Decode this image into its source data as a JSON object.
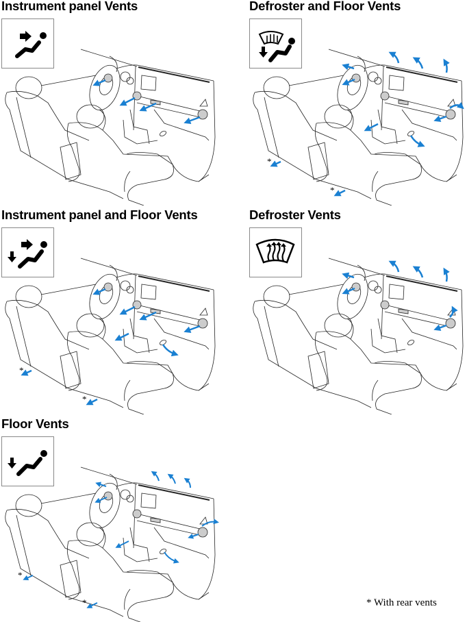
{
  "panels": [
    {
      "title": "Instrument panel Vents",
      "icon": "instrument-panel-vent-mode-icon",
      "asterisks": []
    },
    {
      "title": "Defroster and Floor Vents",
      "icon": "defroster-floor-vent-mode-icon",
      "asterisks": [
        "*",
        "*"
      ]
    },
    {
      "title": "Instrument panel and Floor Vents",
      "icon": "instrument-panel-floor-vent-mode-icon",
      "asterisks": [
        "*",
        "*"
      ]
    },
    {
      "title": "Defroster Vents",
      "icon": "defroster-vent-mode-icon",
      "asterisks": []
    },
    {
      "title": "Floor Vents",
      "icon": "floor-vent-mode-icon",
      "asterisks": [
        "*",
        "*"
      ]
    }
  ],
  "footnote": "* With rear vents",
  "colors": {
    "airflow": "#1a80d2",
    "line": "#222222"
  }
}
